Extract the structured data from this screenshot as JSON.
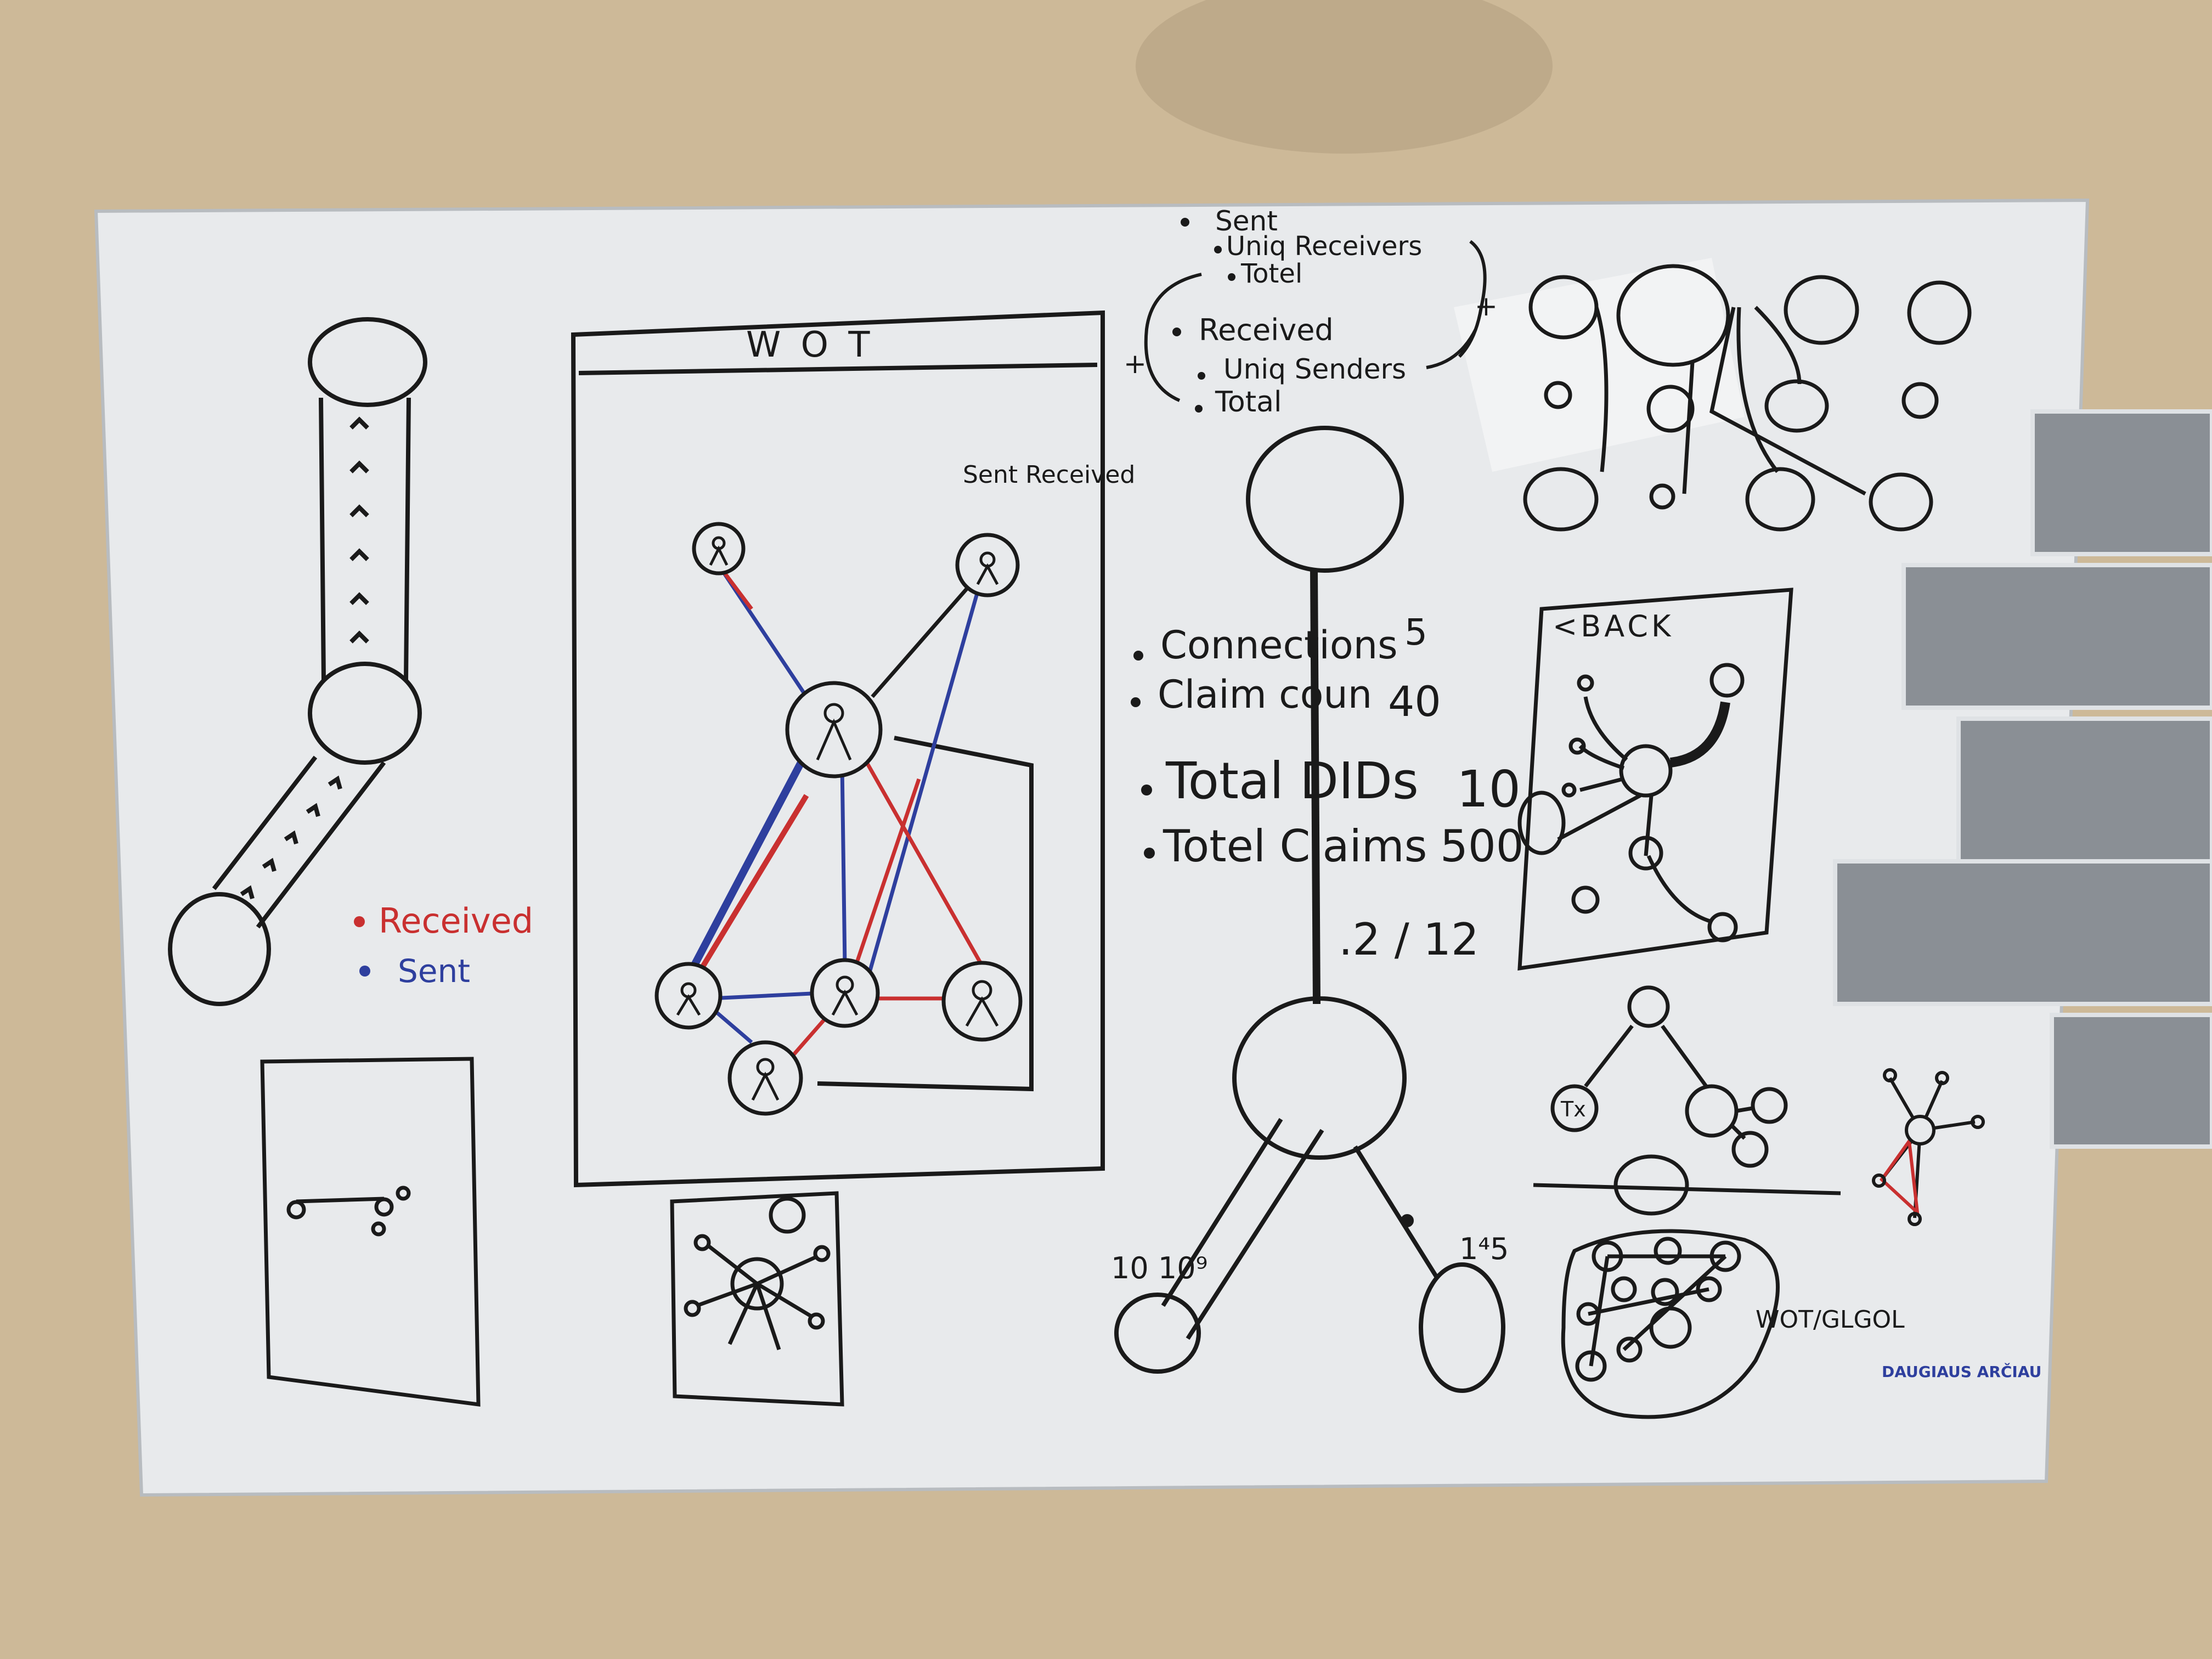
{
  "colors": {
    "wall": "#cdb998",
    "board": "#e9ebee",
    "ink_black": "#1a1a1a",
    "ink_red": "#c93030",
    "ink_blue": "#2e3f9e",
    "mirror": "#8a8f95"
  },
  "notes": {
    "sent_list": {
      "sent": "Sent",
      "uniq_receivers": "Uniq Receivers",
      "total1": "Totel",
      "received": "Received",
      "uniq_senders": "Uniq Senders",
      "total2": "Total",
      "plus": "+"
    },
    "wot_title": "W O T",
    "sent_received": "Sent Received",
    "legend": {
      "received": "Received",
      "sent": "Sent"
    },
    "stats": {
      "connections": "Connections",
      "connections_value": "5",
      "claim_count": "Claim coun",
      "claim_count_value": "40",
      "total_dids": "Total DIDs",
      "total_dids_value": "10",
      "total_claims": "Totel Claims",
      "total_claims_value": "500",
      "ratio": ".2 / 12"
    },
    "back": "<BACK",
    "edge_labels": {
      "left": "10 10⁹",
      "right": "1⁴5"
    },
    "tx": "Tx",
    "wot_global": "WOT/GLGOL",
    "signature": "DAUGIAUS ARČIAU"
  }
}
